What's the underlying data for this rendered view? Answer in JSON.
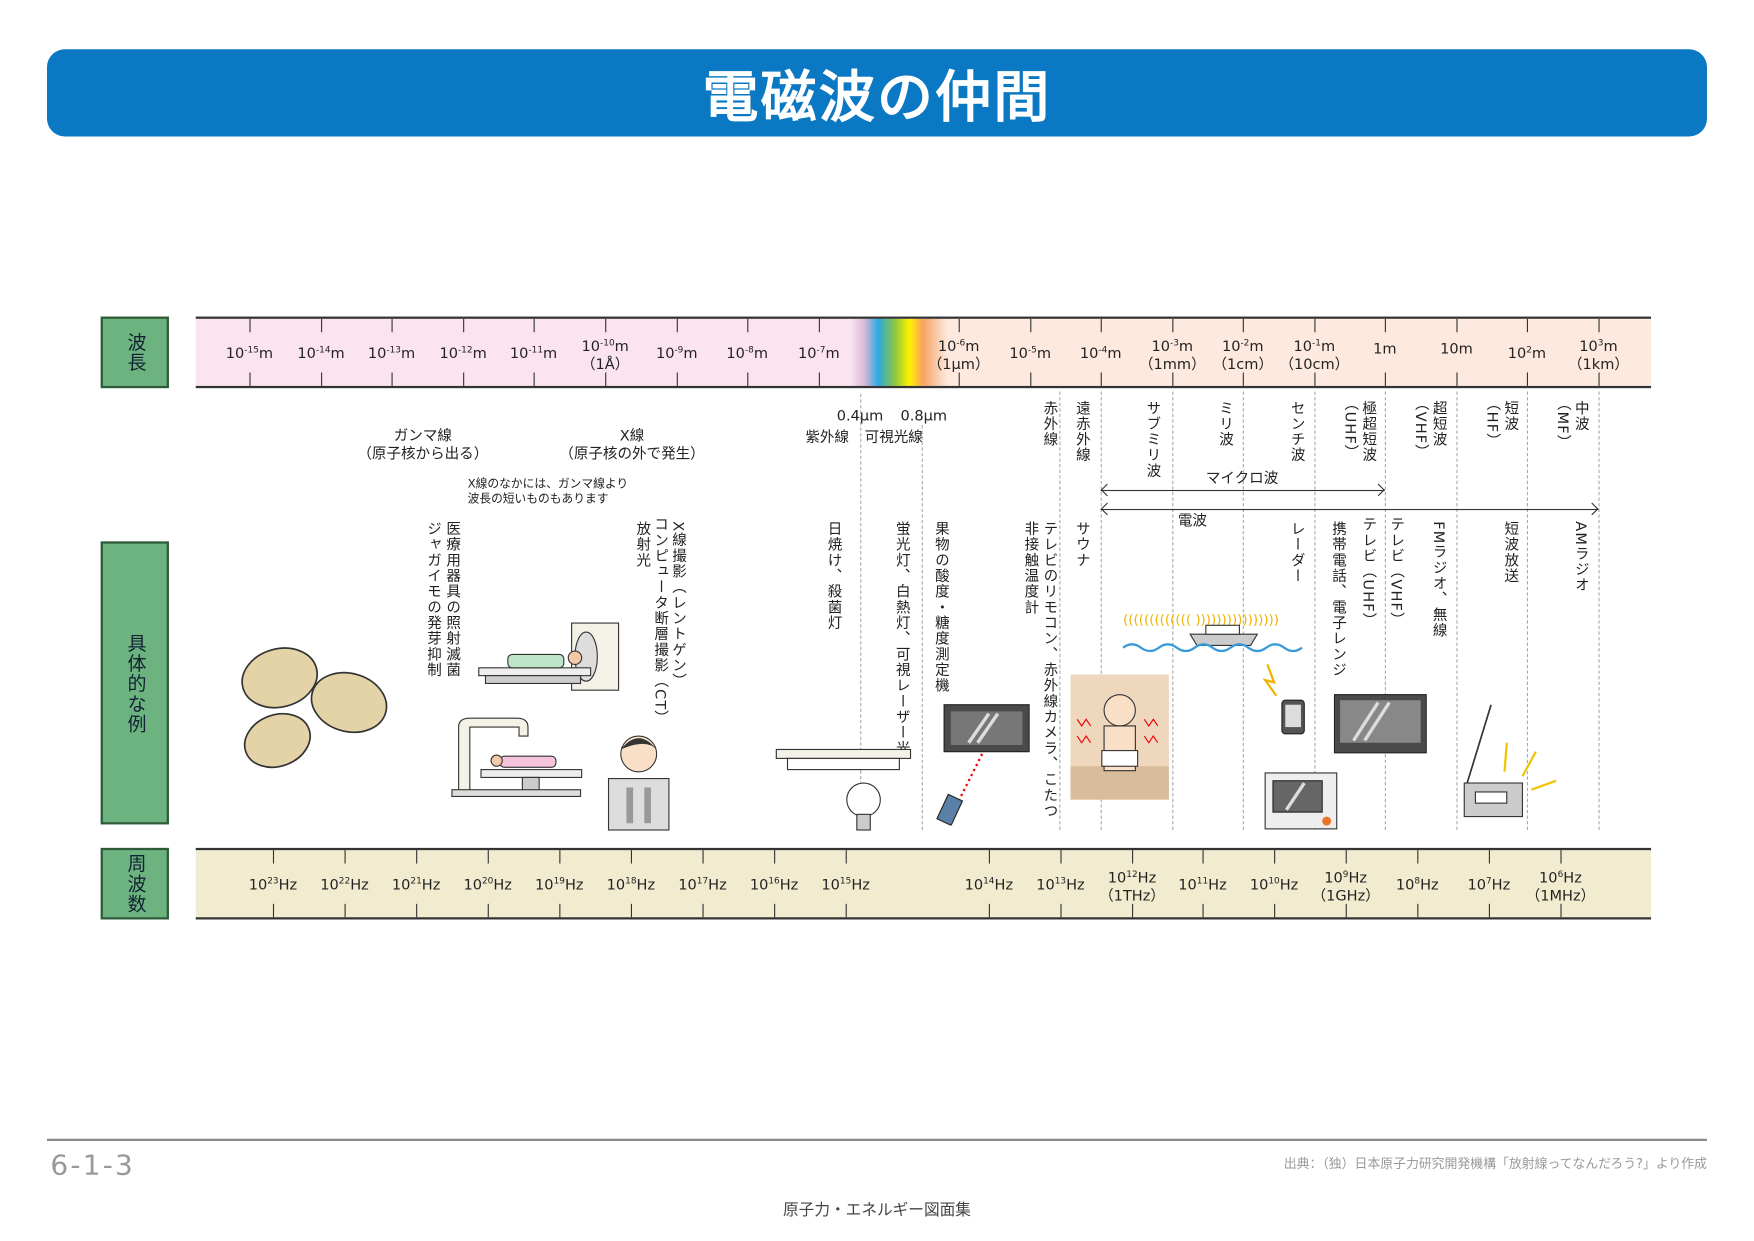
{
  "title": "電磁波の仲間",
  "row_labels": {
    "wavelength": "波長",
    "examples": "具体的な例",
    "frequency": "周波数"
  },
  "wavelength_ticks": [
    {
      "base": "10",
      "exp": "-15",
      "unit": "m",
      "note": ""
    },
    {
      "base": "10",
      "exp": "-14",
      "unit": "m",
      "note": ""
    },
    {
      "base": "10",
      "exp": "-13",
      "unit": "m",
      "note": ""
    },
    {
      "base": "10",
      "exp": "-12",
      "unit": "m",
      "note": ""
    },
    {
      "base": "10",
      "exp": "-11",
      "unit": "m",
      "note": ""
    },
    {
      "base": "10",
      "exp": "-10",
      "unit": "m",
      "note": "（1Å）"
    },
    {
      "base": "10",
      "exp": "-9",
      "unit": "m",
      "note": ""
    },
    {
      "base": "10",
      "exp": "-8",
      "unit": "m",
      "note": ""
    },
    {
      "base": "10",
      "exp": "-7",
      "unit": "m",
      "note": ""
    },
    {
      "base": "10",
      "exp": "-6",
      "unit": "m",
      "note": "（1μm）"
    },
    {
      "base": "10",
      "exp": "-5",
      "unit": "m",
      "note": ""
    },
    {
      "base": "10",
      "exp": "-4",
      "unit": "m",
      "note": ""
    },
    {
      "base": "10",
      "exp": "-3",
      "unit": "m",
      "note": "（1mm）"
    },
    {
      "base": "10",
      "exp": "-2",
      "unit": "m",
      "note": "（1cm）"
    },
    {
      "base": "10",
      "exp": "-1",
      "unit": "m",
      "note": "（10cm）"
    },
    {
      "base": "1",
      "exp": "",
      "unit": "m",
      "note": ""
    },
    {
      "base": "10",
      "exp": "",
      "unit": "m",
      "note": ""
    },
    {
      "base": "10",
      "exp": "2",
      "unit": "m",
      "note": ""
    },
    {
      "base": "10",
      "exp": "3",
      "unit": "m",
      "note": "（1km）"
    }
  ],
  "frequency_ticks": [
    {
      "base": "10",
      "exp": "23",
      "unit": "Hz",
      "note": ""
    },
    {
      "base": "10",
      "exp": "22",
      "unit": "Hz",
      "note": ""
    },
    {
      "base": "10",
      "exp": "21",
      "unit": "Hz",
      "note": ""
    },
    {
      "base": "10",
      "exp": "20",
      "unit": "Hz",
      "note": ""
    },
    {
      "base": "10",
      "exp": "19",
      "unit": "Hz",
      "note": ""
    },
    {
      "base": "10",
      "exp": "18",
      "unit": "Hz",
      "note": ""
    },
    {
      "base": "10",
      "exp": "17",
      "unit": "Hz",
      "note": ""
    },
    {
      "base": "10",
      "exp": "16",
      "unit": "Hz",
      "note": ""
    },
    {
      "base": "10",
      "exp": "15",
      "unit": "Hz",
      "note": ""
    },
    {
      "base": "10",
      "exp": "14",
      "unit": "Hz",
      "note": ""
    },
    {
      "base": "10",
      "exp": "13",
      "unit": "Hz",
      "note": ""
    },
    {
      "base": "10",
      "exp": "12",
      "unit": "Hz",
      "note": "（1THz）"
    },
    {
      "base": "10",
      "exp": "11",
      "unit": "Hz",
      "note": ""
    },
    {
      "base": "10",
      "exp": "10",
      "unit": "Hz",
      "note": ""
    },
    {
      "base": "10",
      "exp": "9",
      "unit": "Hz",
      "note": "（1GHz）"
    },
    {
      "base": "10",
      "exp": "8",
      "unit": "Hz",
      "note": ""
    },
    {
      "base": "10",
      "exp": "7",
      "unit": "Hz",
      "note": ""
    },
    {
      "base": "10",
      "exp": "6",
      "unit": "Hz",
      "note": "（1MHz）"
    }
  ],
  "band_markers": {
    "uv_boundary": "0.4μm",
    "ir_boundary": "0.8μm"
  },
  "categories": {
    "gamma": "ガンマ線",
    "gamma_note": "（原子核から出る）",
    "xray": "X線",
    "xray_note": "（原子核の外で発生）",
    "xray_remark_1": "X線のなかには、ガンマ線より",
    "xray_remark_2": "波長の短いものもあります",
    "uv": "紫外線",
    "visible": "可視光線",
    "infrared": "赤外線",
    "far_infrared": "遠赤外線",
    "submillimeter": "サブミリ波",
    "millimeter": "ミリ波",
    "centimeter": "センチ波",
    "uhf": "極超短波",
    "uhf_abbr": "（UHF）",
    "vhf": "超短波",
    "vhf_abbr": "（VHF）",
    "hf": "短波",
    "hf_abbr": "（HF）",
    "mf": "中波",
    "mf_abbr": "（MF）",
    "microwave": "マイクロ波",
    "radio": "電波"
  },
  "examples": [
    "医療用器具の照射滅菌",
    "ジャガイモの発芽抑制",
    "X線撮影（レントゲン）",
    "コンピュータ断層撮影（CT）",
    "放射光",
    "日焼け、殺菌灯",
    "蛍光灯、白熱灯、可視レーザー光",
    "果物の酸度・糖度測定機",
    "テレビのリモコン、赤外線カメラ、こたつ",
    "非接触温度計",
    "サウナ",
    "レーダー",
    "携帯電話、電子レンジ",
    "テレビ（UHF）",
    "テレビ（VHF）",
    "FMラジオ、無線",
    "短波放送",
    "AMラジオ"
  ],
  "footer": {
    "page_number": "6-1-3",
    "source": "出典：（独）日本原子力研究開発機構「放射線ってなんだろう?」より作成",
    "book_title": "原子力・エネルギー図面集"
  },
  "colors": {
    "title_bar": "#0a78c2",
    "label_box": "#6db37f",
    "wavelength_band": "#fbe4ef",
    "frequency_band": "#f1ecd0"
  }
}
